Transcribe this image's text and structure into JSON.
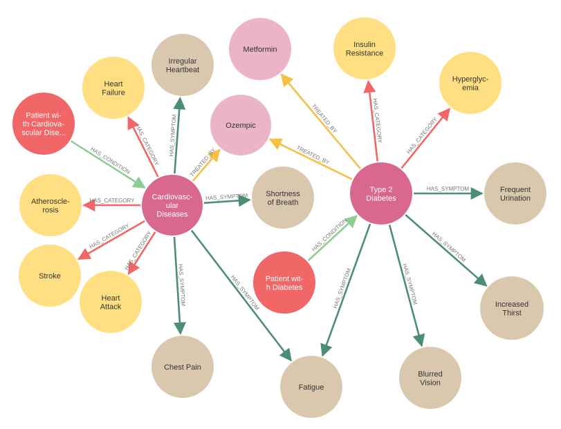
{
  "colors": {
    "disease": "#d96891",
    "patient": "#f16667",
    "drug": "#ebb4c8",
    "category": "#ffdf81",
    "symptom": "#d9c8ae",
    "HAS_SYMPTOM": "#4c8e73",
    "HAS_CATEGORY": "#f16667",
    "TREATED_BY": "#f6c045",
    "HAS_CONDITION": "#8dcc93"
  },
  "nodes": [
    {
      "id": "cvd",
      "type": "disease",
      "lines": [
        "Cardiovasc-",
        "ular",
        "Diseases"
      ]
    },
    {
      "id": "t2d",
      "type": "disease",
      "lines": [
        "Type 2",
        "Diabetes"
      ]
    },
    {
      "id": "pcvd",
      "type": "patient",
      "lines": [
        "Patient wi-",
        "th Cardiova-",
        "scular Dise..."
      ]
    },
    {
      "id": "pdia",
      "type": "patient",
      "lines": [
        "Patient wit-",
        "h Diabetes"
      ]
    },
    {
      "id": "metformin",
      "type": "drug",
      "lines": [
        "Metformin"
      ]
    },
    {
      "id": "ozempic",
      "type": "drug",
      "lines": [
        "Ozempic"
      ]
    },
    {
      "id": "heartfailure",
      "type": "category",
      "lines": [
        "Heart",
        "Failure"
      ]
    },
    {
      "id": "athero",
      "type": "category",
      "lines": [
        "Atheroscle-",
        "rosis"
      ]
    },
    {
      "id": "stroke",
      "type": "category",
      "lines": [
        "Stroke"
      ]
    },
    {
      "id": "heartattack",
      "type": "category",
      "lines": [
        "Heart",
        "Attack"
      ]
    },
    {
      "id": "insulin",
      "type": "category",
      "lines": [
        "Insulin",
        "Resistance"
      ]
    },
    {
      "id": "hyper",
      "type": "category",
      "lines": [
        "Hyperglyc-",
        "emia"
      ]
    },
    {
      "id": "irregular",
      "type": "symptom",
      "lines": [
        "Irregular",
        "Heartbeat"
      ]
    },
    {
      "id": "sob",
      "type": "symptom",
      "lines": [
        "Shortness",
        "of Breath"
      ]
    },
    {
      "id": "chestpain",
      "type": "symptom",
      "lines": [
        "Chest Pain"
      ]
    },
    {
      "id": "fatigue",
      "type": "symptom",
      "lines": [
        "Fatigue"
      ]
    },
    {
      "id": "urination",
      "type": "symptom",
      "lines": [
        "Frequent",
        "Urination"
      ]
    },
    {
      "id": "thirst",
      "type": "symptom",
      "lines": [
        "Increased",
        "Thirst"
      ]
    },
    {
      "id": "blurred",
      "type": "symptom",
      "lines": [
        "Blurred",
        "Vision"
      ]
    }
  ],
  "edges": [
    {
      "from": "pcvd",
      "to": "cvd",
      "label": "HAS_CONDITION"
    },
    {
      "from": "cvd",
      "to": "heartfailure",
      "label": "HAS_CATEGORY"
    },
    {
      "from": "cvd",
      "to": "irregular",
      "label": "HAS_SYMPTOM"
    },
    {
      "from": "cvd",
      "to": "ozempic",
      "label": "TREATED_BY"
    },
    {
      "from": "cvd",
      "to": "athero",
      "label": "HAS_CATEGORY"
    },
    {
      "from": "cvd",
      "to": "sob",
      "label": "HAS_SYMPTOM"
    },
    {
      "from": "cvd",
      "to": "stroke",
      "label": "HAS_CATEGORY"
    },
    {
      "from": "cvd",
      "to": "heartattack",
      "label": "HAS_CATEGORY"
    },
    {
      "from": "cvd",
      "to": "chestpain",
      "label": "HAS_SYMPTOM"
    },
    {
      "from": "cvd",
      "to": "fatigue",
      "label": "HAS_SYMPTOM"
    },
    {
      "from": "t2d",
      "to": "metformin",
      "label": "TREATED_BY"
    },
    {
      "from": "t2d",
      "to": "ozempic",
      "label": "TREATED_BY"
    },
    {
      "from": "t2d",
      "to": "insulin",
      "label": "HAS_CATEGORY"
    },
    {
      "from": "t2d",
      "to": "hyper",
      "label": "HAS_CATEGORY"
    },
    {
      "from": "t2d",
      "to": "urination",
      "label": "HAS_SYMPTOM"
    },
    {
      "from": "t2d",
      "to": "thirst",
      "label": "HAS_SYMPTOM"
    },
    {
      "from": "t2d",
      "to": "blurred",
      "label": "HAS_SYMPTOM"
    },
    {
      "from": "t2d",
      "to": "fatigue",
      "label": "HAS_SYMPTOM"
    },
    {
      "from": "pdia",
      "to": "t2d",
      "label": "HAS_CONDITION"
    }
  ]
}
